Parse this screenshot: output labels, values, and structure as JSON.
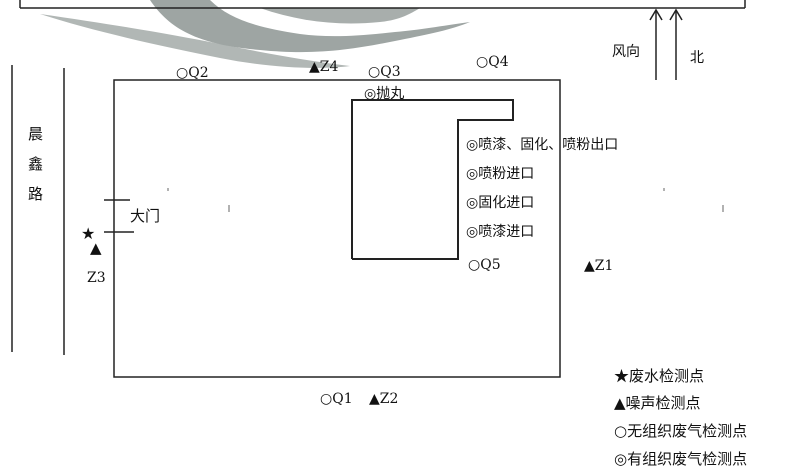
{
  "road": {
    "chars": [
      "晨",
      "鑫",
      "路"
    ]
  },
  "gate_label": "大门",
  "north": {
    "wind_label": "风向",
    "north_label": "北"
  },
  "points": {
    "Q1": "Q1",
    "Q2": "Q2",
    "Q3": "Q3",
    "Q4": "Q4",
    "Q5": "Q5",
    "Z1": "Z1",
    "Z2": "Z2",
    "Z3": "Z3",
    "Z4": "Z4"
  },
  "organized_points": {
    "shot_blast": "抛丸",
    "spray_outlet": "喷漆、固化、喷粉出口",
    "powder_inlet": "喷粉进口",
    "cure_inlet": "固化进口",
    "paint_inlet": "喷漆进口"
  },
  "legend": [
    {
      "symbol": "★",
      "label": "废水检测点"
    },
    {
      "symbol": "▲",
      "label": "噪声检测点"
    },
    {
      "symbol": "○",
      "label": "无组织废气检测点"
    },
    {
      "symbol": "◎",
      "label": "有组织废气检测点"
    }
  ]
}
